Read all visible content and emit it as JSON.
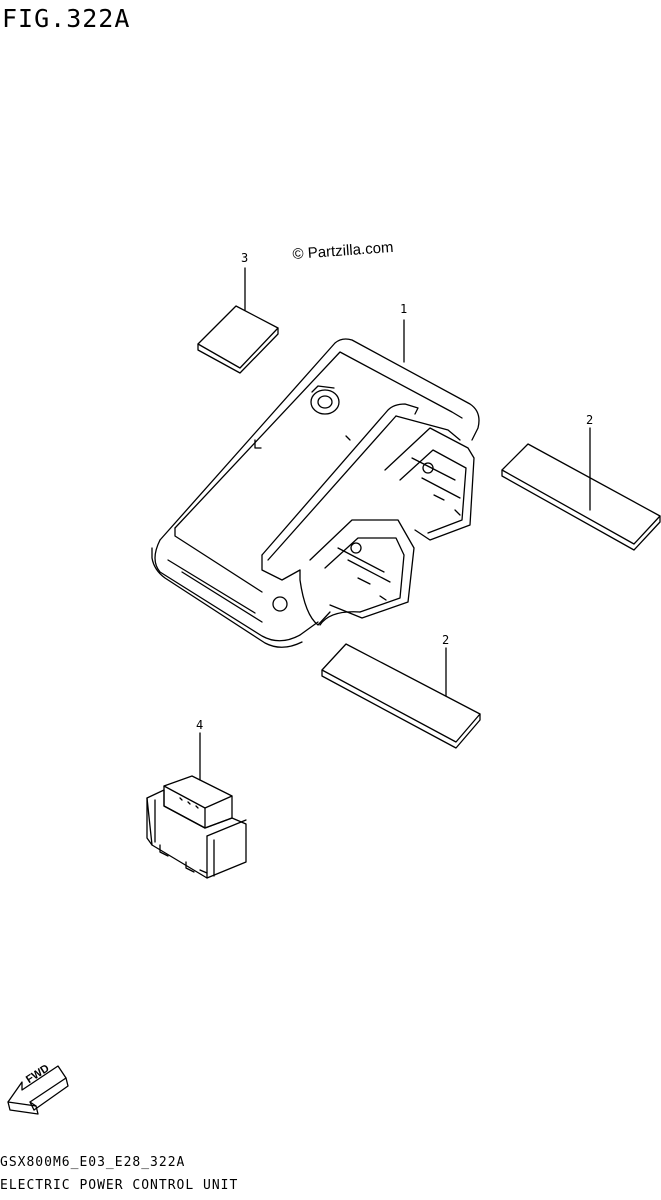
{
  "figure": {
    "title": "FIG.322A"
  },
  "watermark": "© Partzilla.com",
  "callouts": [
    {
      "id": "part-1",
      "label": "1"
    },
    {
      "id": "part-2a",
      "label": "2"
    },
    {
      "id": "part-2b",
      "label": "2"
    },
    {
      "id": "part-3",
      "label": "3"
    },
    {
      "id": "part-4",
      "label": "4"
    }
  ],
  "direction_badge": {
    "label": "FWD"
  },
  "footer": {
    "code": "GSX800M6_E03_E28_322A",
    "name": "ELECTRIC POWER CONTROL UNIT"
  }
}
